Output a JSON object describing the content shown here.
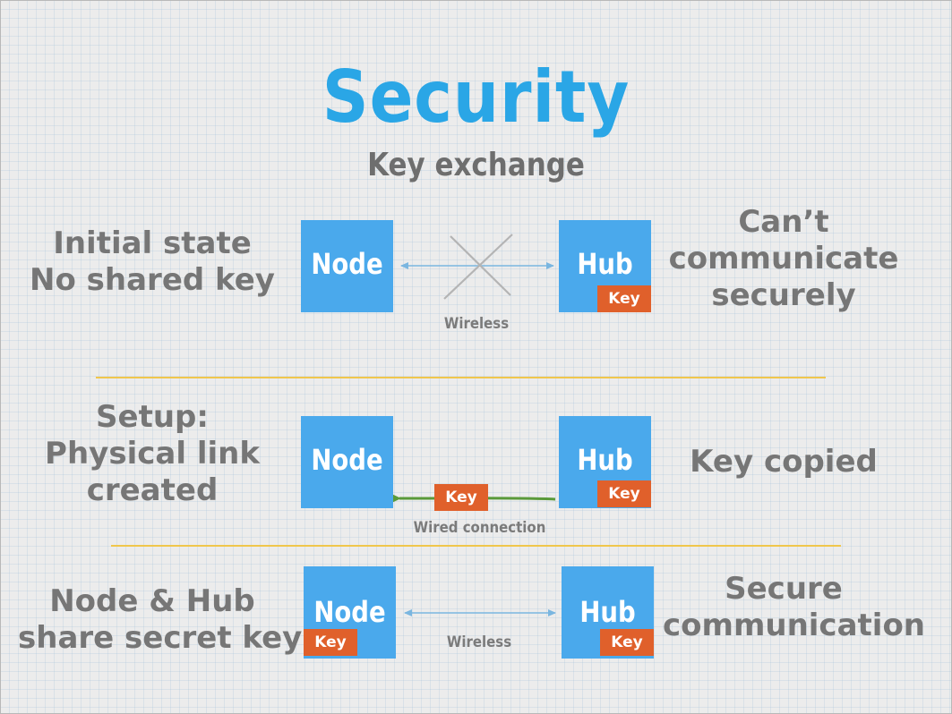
{
  "title": "Security",
  "subtitle": "Key exchange",
  "rows": [
    {
      "left_label": [
        "Initial state",
        "No shared key"
      ],
      "node_label": "Node",
      "hub_label": "Hub",
      "node_key": null,
      "hub_key": "Key",
      "connection_label": "Wireless",
      "right_label": [
        "Can’t",
        "communicate",
        "securely"
      ]
    },
    {
      "left_label": [
        "Setup:",
        "Physical link",
        "created"
      ],
      "node_label": "Node",
      "hub_label": "Hub",
      "node_key": null,
      "hub_key": "Key",
      "transfer_key": "Key",
      "connection_label": "Wired connection",
      "right_label": [
        "Key copied"
      ]
    },
    {
      "left_label": [
        "Node & Hub",
        "share secret key"
      ],
      "node_label": "Node",
      "hub_label": "Hub",
      "node_key": "Key",
      "hub_key": "Key",
      "connection_label": "Wireless",
      "right_label": [
        "Secure",
        "communication"
      ]
    }
  ],
  "colors": {
    "title": "#2aa6e6",
    "box": "#4aa9ec",
    "key": "#e0602b",
    "divider": "#f0c64c",
    "wireless_arrow": "#7ab6e0",
    "wired_arrow": "#5a9a3a",
    "cross": "#b4b4b4",
    "text": "#767676"
  }
}
